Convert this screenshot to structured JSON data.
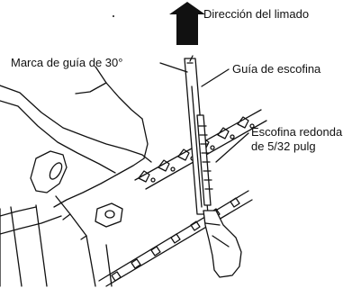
{
  "labels": {
    "filing_direction": "Dirección del limado",
    "guide_mark": "Marca de guía de 30°",
    "file_guide": "Guía de escofina",
    "round_file_line1": "Escofina redonda",
    "round_file_line2": "de 5/32 pulg"
  },
  "colors": {
    "ink": "#111111",
    "background": "#ffffff"
  }
}
